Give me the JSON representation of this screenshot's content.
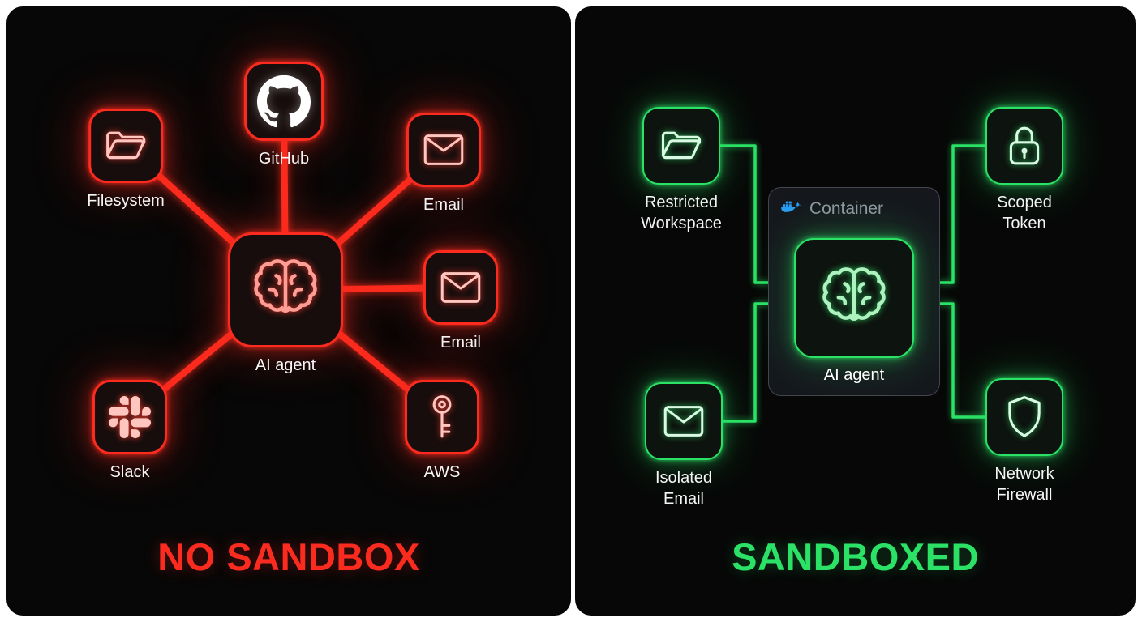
{
  "page": {
    "background": "#ffffff",
    "panel_background": "#070707"
  },
  "left": {
    "title": "NO SANDBOX",
    "accent": "#fb2c1f",
    "center": {
      "label": "AI agent",
      "icon": "brain-icon"
    },
    "nodes": {
      "filesystem": {
        "label": "Filesystem",
        "icon": "folder-icon"
      },
      "github": {
        "label": "GitHub",
        "icon": "github-icon"
      },
      "email_top": {
        "label": "Email",
        "icon": "envelope-icon"
      },
      "email_right": {
        "label": "Email",
        "icon": "envelope-icon"
      },
      "slack": {
        "label": "Slack",
        "icon": "slack-icon"
      },
      "aws": {
        "label": "AWS",
        "icon": "key-icon"
      }
    }
  },
  "right": {
    "title": "SANDBOXED",
    "accent": "#2be266",
    "container": {
      "label": "Container",
      "icon": "docker-icon"
    },
    "center": {
      "label": "AI agent",
      "icon": "brain-icon"
    },
    "nodes": {
      "restricted_workspace": {
        "label": "Restricted Workspace",
        "icon": "folder-icon"
      },
      "scoped_token": {
        "label": "Scoped Token",
        "icon": "lock-icon"
      },
      "isolated_email": {
        "label": "Isolated Email",
        "icon": "envelope-icon"
      },
      "network_firewall": {
        "label": "Network Firewall",
        "icon": "shield-icon"
      }
    }
  }
}
